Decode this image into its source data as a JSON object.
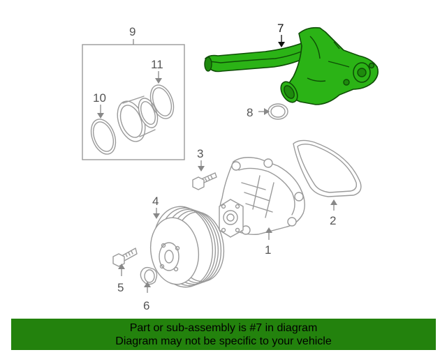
{
  "callouts": [
    {
      "id": "1",
      "text": "1",
      "highlighted": false
    },
    {
      "id": "2",
      "text": "2",
      "highlighted": false
    },
    {
      "id": "3",
      "text": "3",
      "highlighted": false
    },
    {
      "id": "4",
      "text": "4",
      "highlighted": false
    },
    {
      "id": "5",
      "text": "5",
      "highlighted": false
    },
    {
      "id": "6",
      "text": "6",
      "highlighted": false
    },
    {
      "id": "7",
      "text": "7",
      "highlighted": true
    },
    {
      "id": "8",
      "text": "8",
      "highlighted": false
    },
    {
      "id": "9",
      "text": "9",
      "highlighted": false
    },
    {
      "id": "10",
      "text": "10",
      "highlighted": false
    },
    {
      "id": "11",
      "text": "11",
      "highlighted": false
    }
  ],
  "banner": {
    "line1": "Part or sub-assembly is #7 in diagram",
    "line2": "Diagram may not be specific to your vehicle"
  },
  "colors": {
    "highlight": "#2bb316",
    "highlight_outline": "#0e4d06",
    "banner_background": "#23820d",
    "part_outline": "#9a9a9a"
  }
}
